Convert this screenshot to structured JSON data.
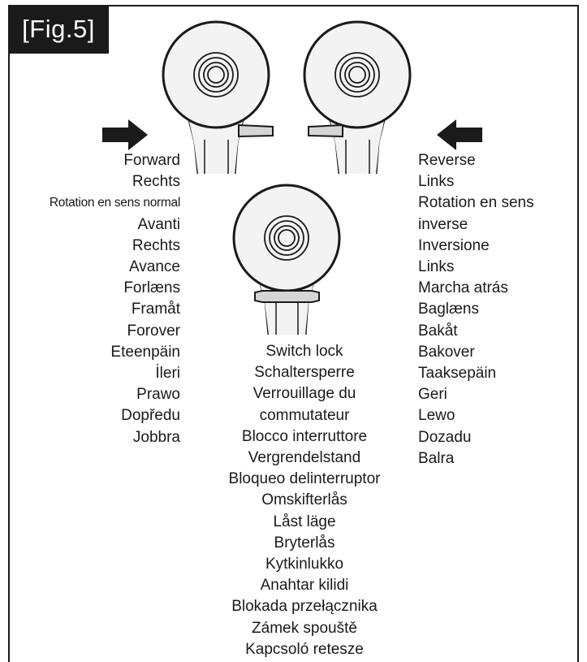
{
  "figure": {
    "label": "[Fig.5]"
  },
  "forward": {
    "arrow_icon": "arrow-right-icon",
    "labels": [
      "Forward",
      "Rechts",
      "Rotation en sens normal",
      "Avanti",
      "Rechts",
      "Avance",
      "Forlæns",
      "Framåt",
      "Forover",
      "Eteenpäin",
      "İleri",
      "Prawo",
      "Dopředu",
      "Jobbra"
    ]
  },
  "reverse": {
    "arrow_icon": "arrow-left-icon",
    "labels": [
      "Reverse",
      "Links",
      "Rotation en sens",
      "inverse",
      "Inversione",
      "Links",
      "Marcha atrás",
      "Baglæns",
      "Bakåt",
      "Bakover",
      "Taaksepäin",
      "Geri",
      "Lewo",
      "Dozadu",
      "Balra"
    ]
  },
  "switch_lock": {
    "labels": [
      "Switch lock",
      "Schaltersperre",
      "Verrouillage du",
      "commutateur",
      "Blocco interruttore",
      "Vergrendelstand",
      "Bloqueo delinterruptor",
      "Omskifterlås",
      "Låst läge",
      "Bryterlås",
      "Kytkinlukko",
      "Anahtar kilidi",
      "Blokada przełącznika",
      "Zámek spouště",
      "Kapcsoló retesze"
    ]
  }
}
